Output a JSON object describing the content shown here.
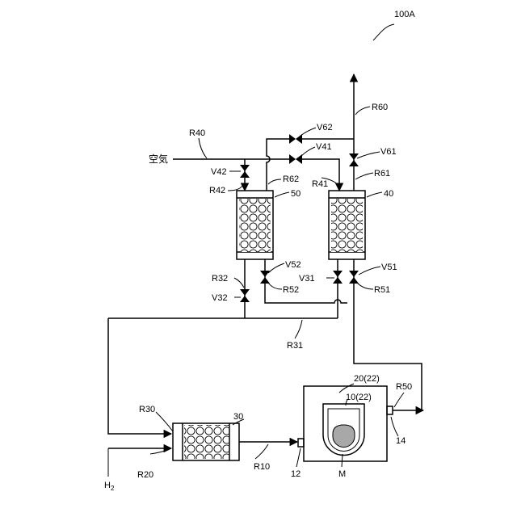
{
  "figure_label": "100A",
  "labels": {
    "air": "空気",
    "h2": "H",
    "h2_sub": "2",
    "pipes": {
      "R10": "R10",
      "R20": "R20",
      "R30": "R30",
      "R31": "R31",
      "R32": "R32",
      "R40": "R40",
      "R41": "R41",
      "R42": "R42",
      "R50": "R50",
      "R51": "R51",
      "R52": "R52",
      "R60": "R60",
      "R61": "R61",
      "R62": "R62"
    },
    "valves": {
      "V31": "V31",
      "V32": "V32",
      "V41": "V41",
      "V42": "V42",
      "V51": "V51",
      "V52": "V52",
      "V61": "V61",
      "V62": "V62"
    },
    "units": {
      "u30": "30",
      "u40": "40",
      "u50": "50",
      "u20": "20(22)",
      "u10": "10(22)",
      "port12": "12",
      "port14": "14",
      "material": "M"
    }
  }
}
